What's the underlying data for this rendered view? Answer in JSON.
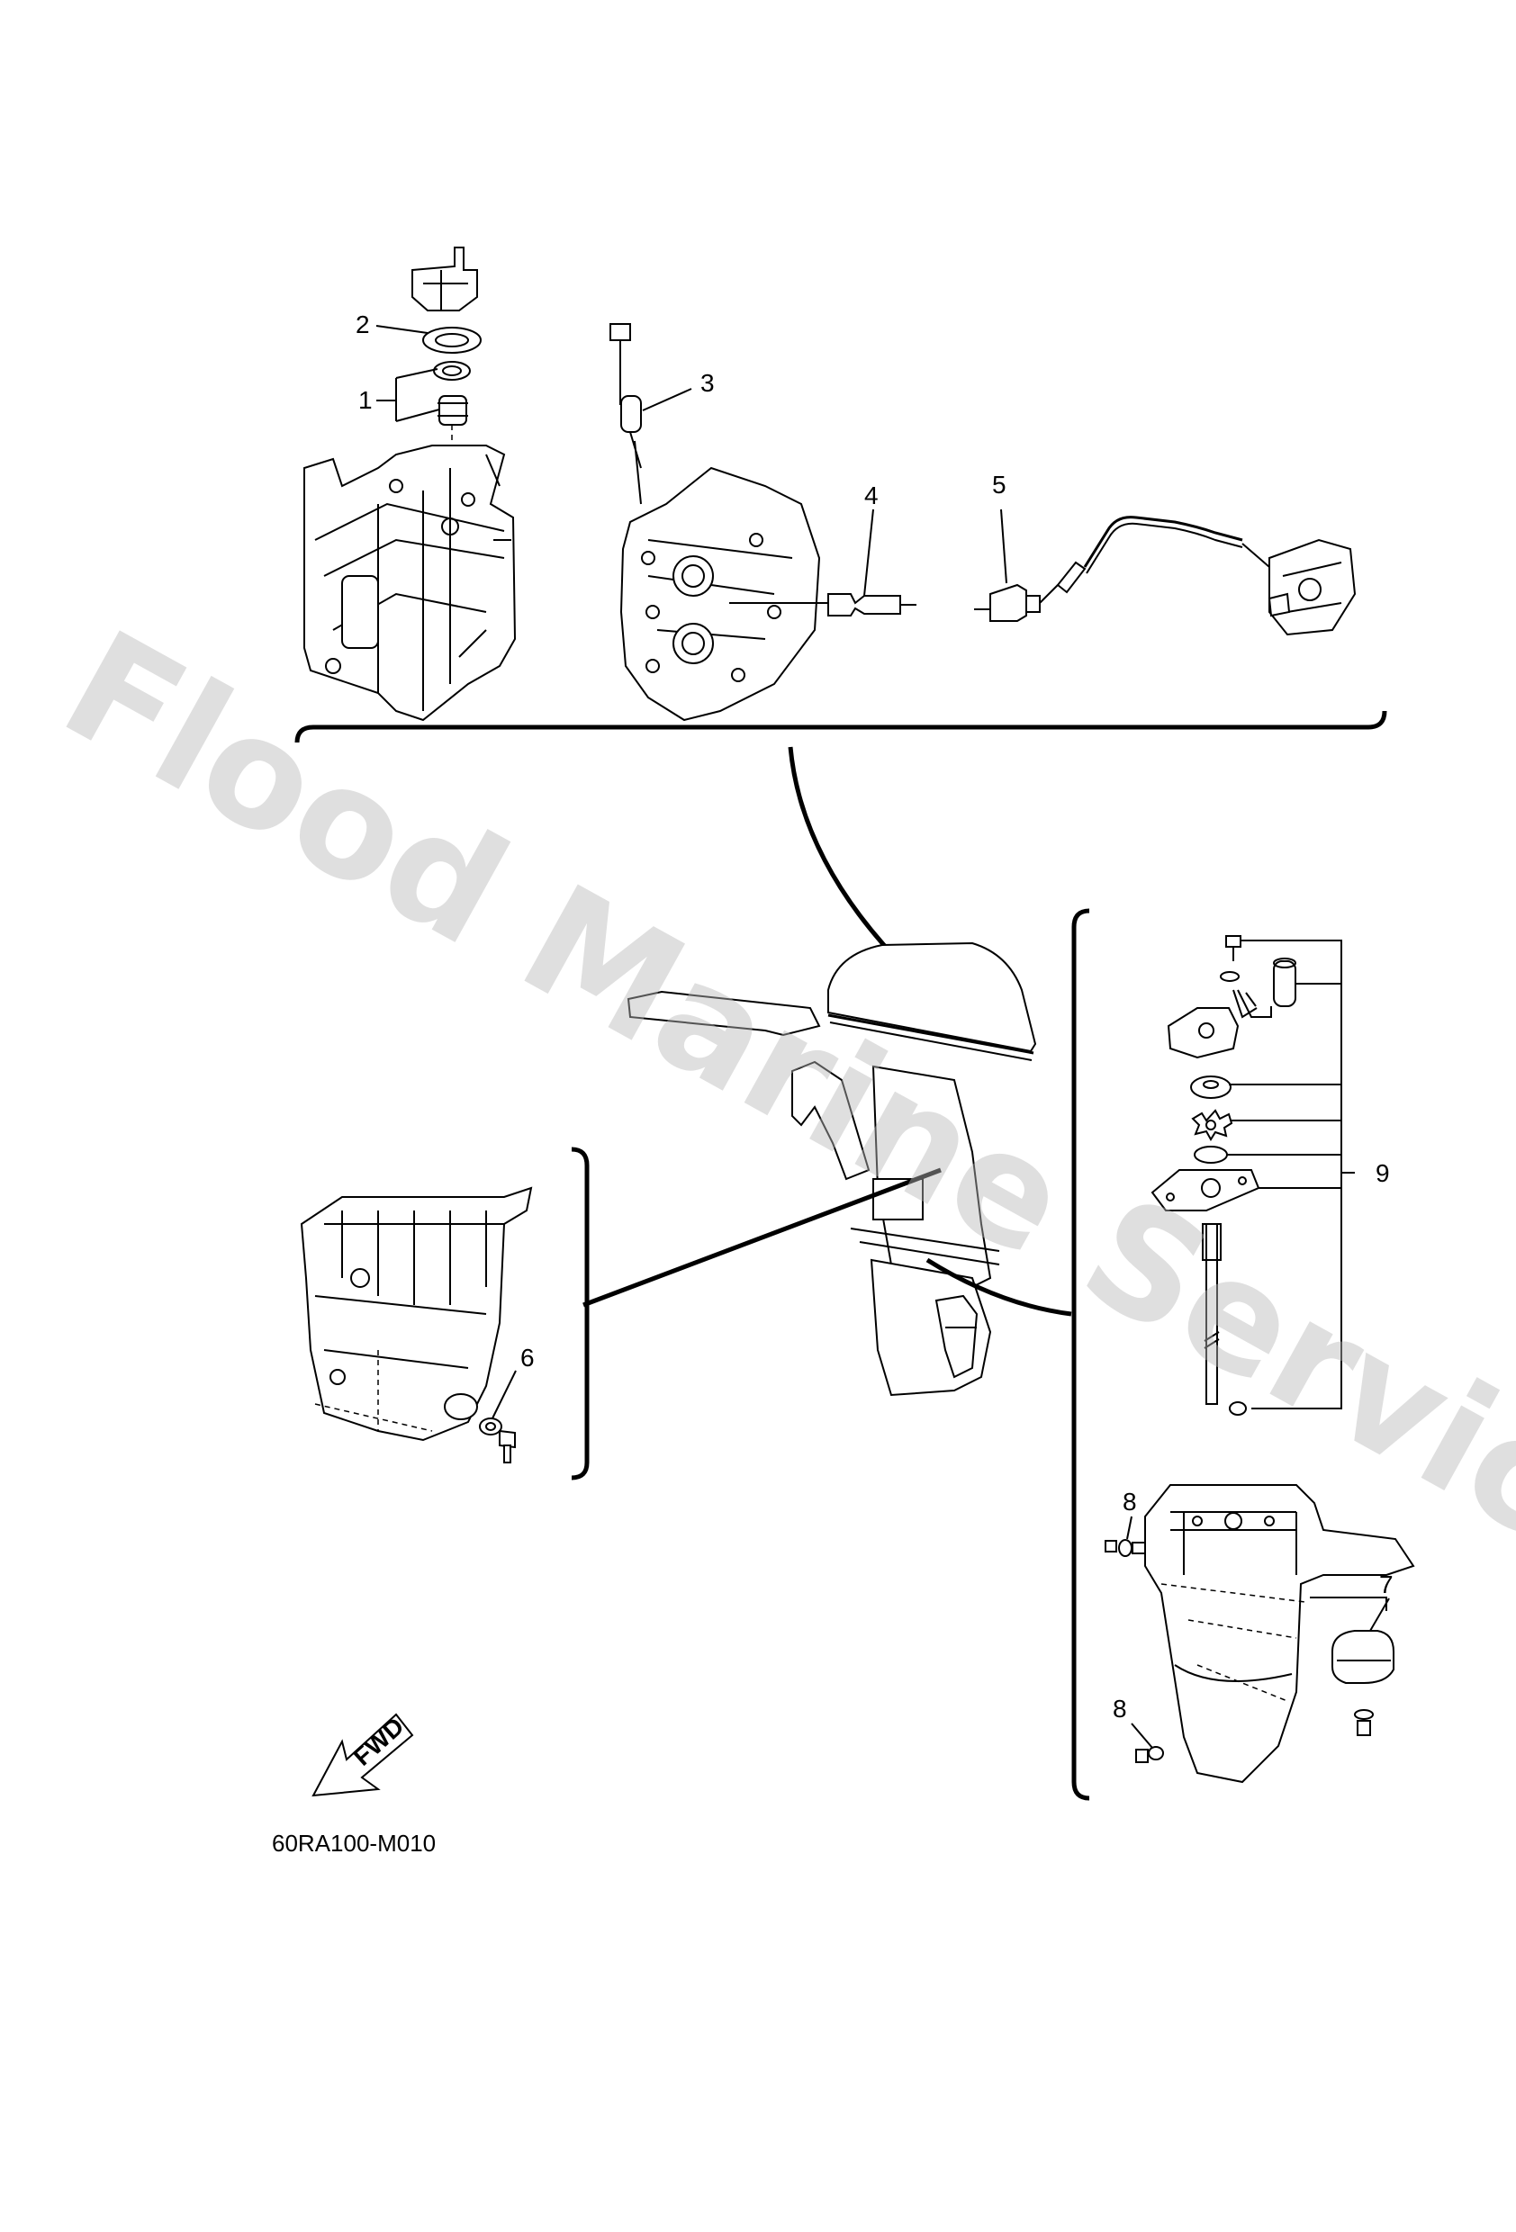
{
  "diagram": {
    "code": "60RA100-M010",
    "watermark": "Flood Marine Services",
    "fwd_label": "FWD",
    "callouts": [
      {
        "id": "1",
        "label": "1"
      },
      {
        "id": "2",
        "label": "2"
      },
      {
        "id": "3",
        "label": "3"
      },
      {
        "id": "4",
        "label": "4"
      },
      {
        "id": "5",
        "label": "5"
      },
      {
        "id": "6",
        "label": "6"
      },
      {
        "id": "7",
        "label": "7"
      },
      {
        "id": "8a",
        "label": "8"
      },
      {
        "id": "8b",
        "label": "8"
      },
      {
        "id": "9",
        "label": "9"
      }
    ],
    "line_color": "#000000",
    "watermark_color": "#b8b8b8"
  }
}
